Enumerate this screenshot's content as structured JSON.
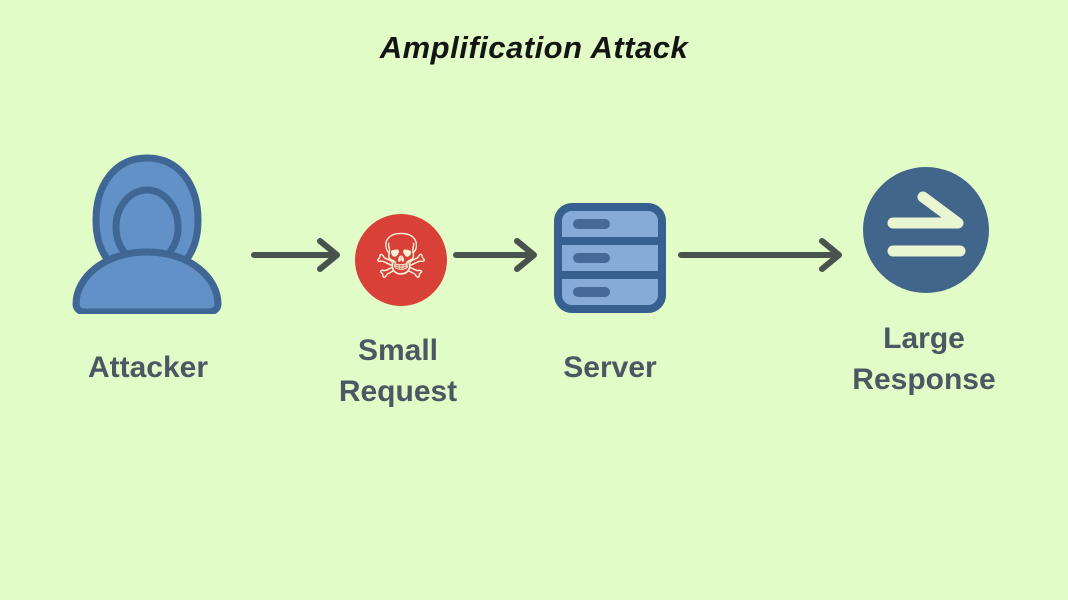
{
  "title": "Amplification Attack",
  "colors": {
    "background": "#e2fcc7",
    "title_text": "#141414",
    "label_text": "#4b5863",
    "arrow": "#49534d",
    "attacker_fill": "#6191c6",
    "attacker_stroke": "#3f6695",
    "request_circle": "#d84038",
    "request_glyph": "#f2f3d9",
    "server_fill": "#86abd8",
    "server_stroke": "#375f90",
    "server_dash": "#46699a",
    "response_circle": "#42658b",
    "response_glyph": "#eaf6d1"
  },
  "nodes": [
    {
      "id": "attacker",
      "label": "Attacker",
      "icon": "hooded-attacker-icon"
    },
    {
      "id": "small-request",
      "label": "Small Request",
      "icon": "skull-crossbones-icon",
      "glyph": "☠"
    },
    {
      "id": "server",
      "label": "Server",
      "icon": "server-rack-icon"
    },
    {
      "id": "large-response",
      "label": "Large Response",
      "icon": "double-bar-arrow-icon"
    }
  ],
  "connections": [
    {
      "from": "attacker",
      "to": "small-request"
    },
    {
      "from": "small-request",
      "to": "server"
    },
    {
      "from": "server",
      "to": "large-response"
    }
  ]
}
